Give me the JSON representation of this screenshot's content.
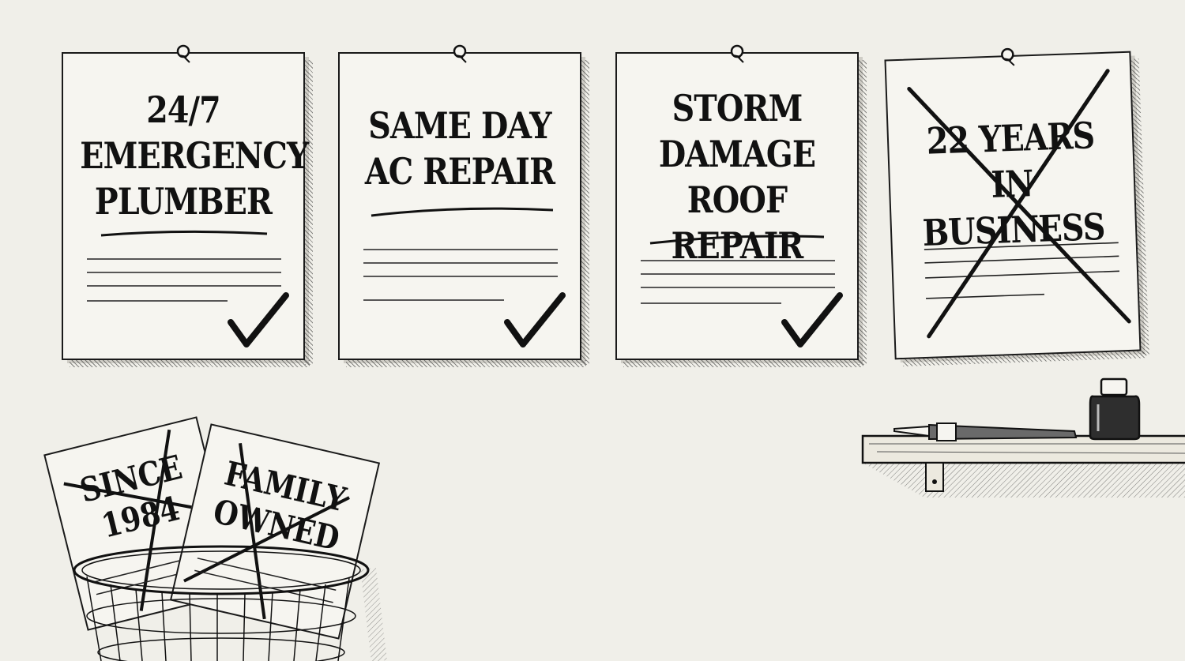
{
  "notices": [
    {
      "lines": [
        "24/7",
        "EMERGENCY",
        "PLUMBER"
      ],
      "mark": "checkmark"
    },
    {
      "lines": [
        "SAME DAY",
        "AC REPAIR"
      ],
      "mark": "checkmark"
    },
    {
      "lines": [
        "STORM",
        "DAMAGE",
        "ROOF REPAIR"
      ],
      "mark": "checkmark"
    },
    {
      "lines": [
        "22 YEARS",
        "IN BUSINESS"
      ],
      "mark": "cross-out"
    }
  ],
  "discarded": [
    {
      "lines": [
        "SINCE",
        "1984"
      ],
      "mark": "cross-out"
    },
    {
      "lines": [
        "FAMILY",
        "OWNED"
      ],
      "mark": "cross-out"
    }
  ],
  "colors": {
    "ink": "#111111",
    "paper": "#f6f5f0",
    "wall": "#f0efe9"
  },
  "icons": [
    "pushpin-icon",
    "checkmark-icon",
    "cross-out-icon",
    "fountain-pen-icon",
    "ink-bottle-icon",
    "wire-basket-icon",
    "wooden-shelf-icon"
  ]
}
